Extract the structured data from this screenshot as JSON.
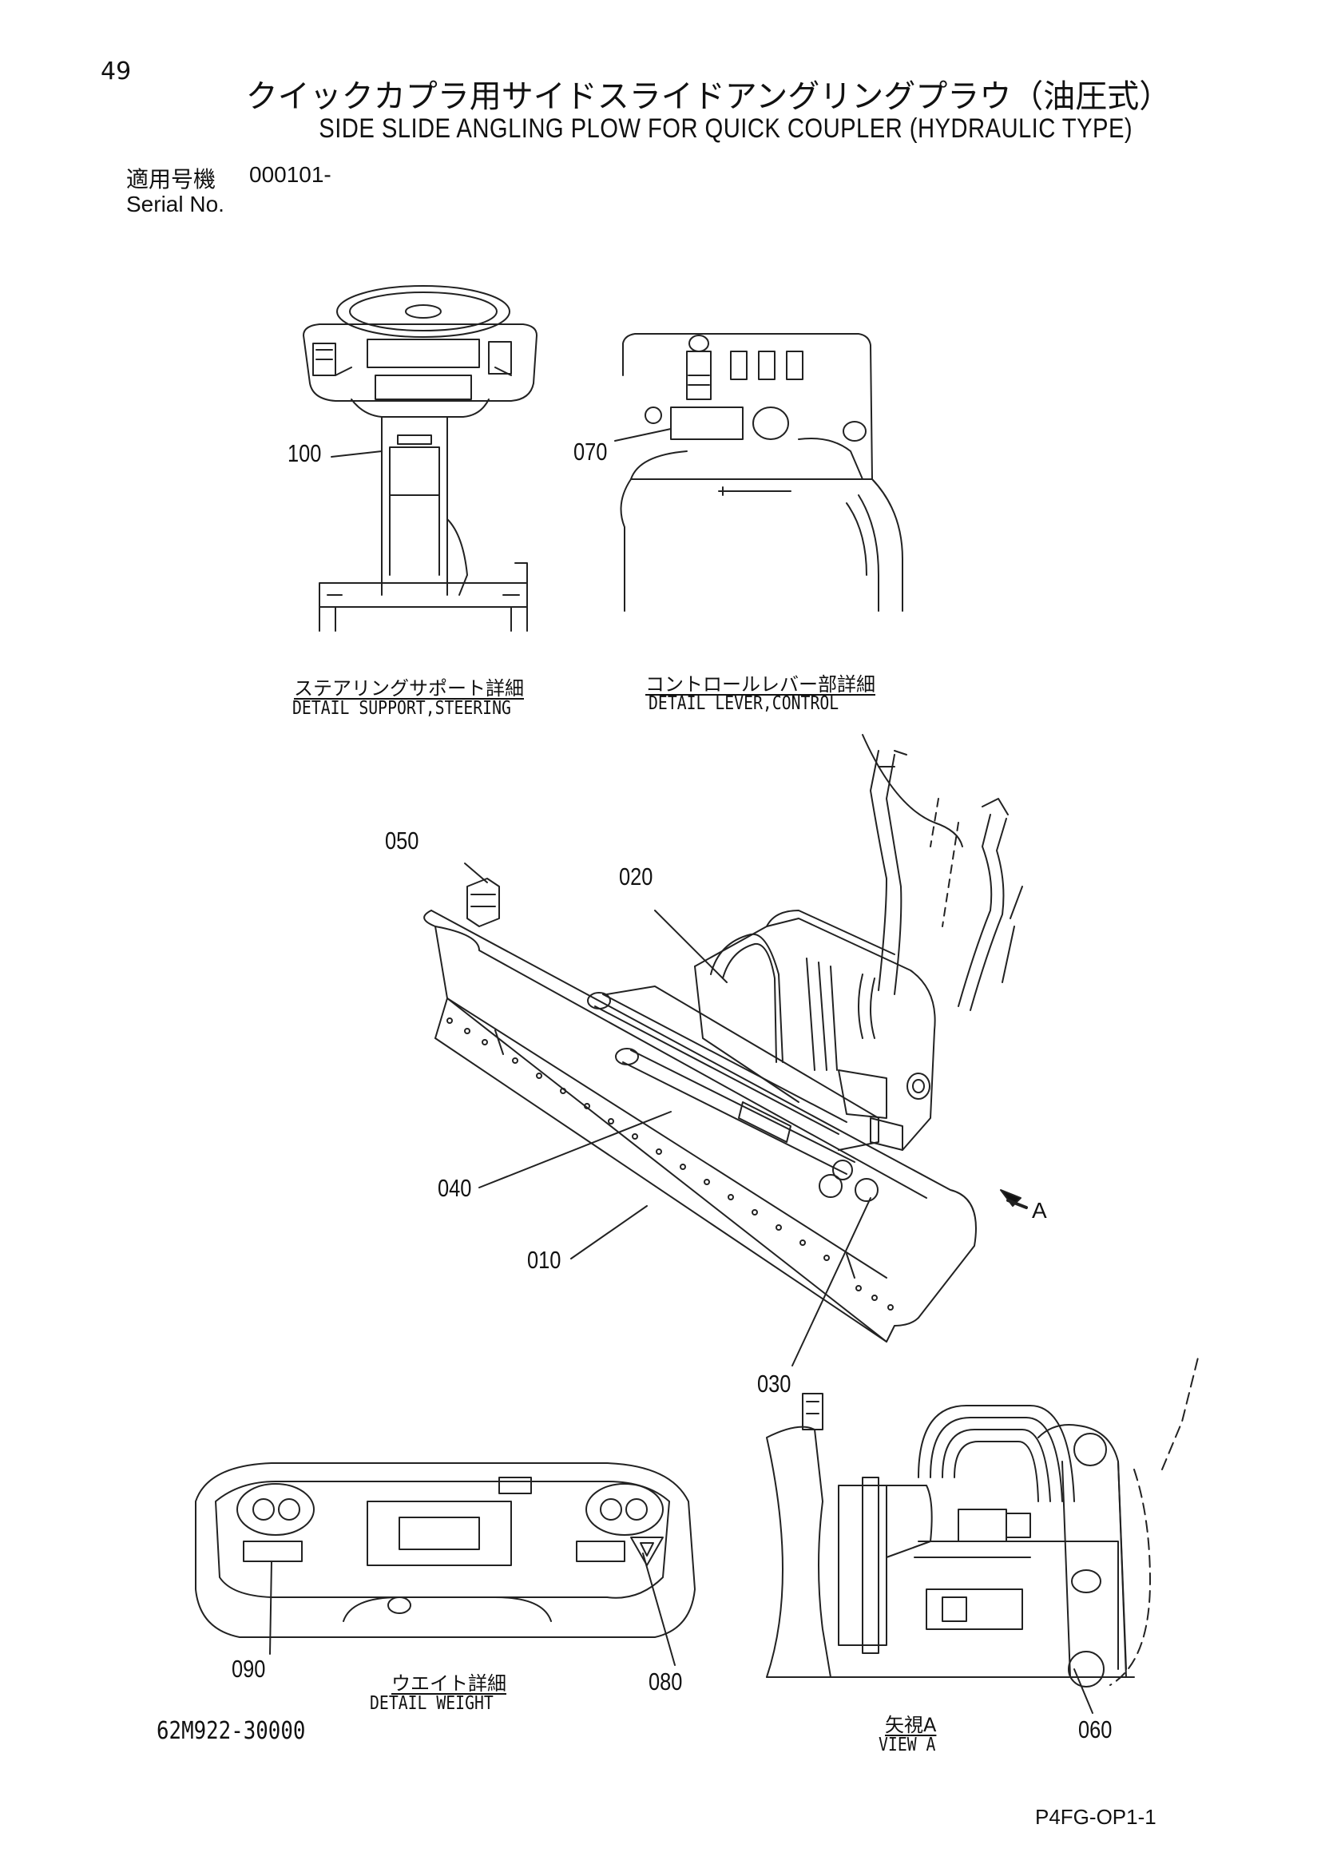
{
  "header": {
    "page_number": "49",
    "title_jp": "クイックカプラ用サイドスライドアングリングプラウ（油圧式）",
    "title_en": "SIDE SLIDE ANGLING PLOW FOR QUICK COUPLER (HYDRAULIC TYPE)",
    "serial_label_jp": "適用号機",
    "serial_value": "000101-",
    "serial_label_en": "Serial No."
  },
  "details": {
    "steering": {
      "caption_jp": "ステアリングサポート詳細",
      "caption_en": "DETAIL SUPPORT,STEERING"
    },
    "lever": {
      "caption_jp": "コントロールレバー部詳細",
      "caption_en": "DETAIL LEVER,CONTROL"
    },
    "weight": {
      "caption_jp": "ウエイト詳細",
      "caption_en": "DETAIL WEIGHT"
    },
    "view_a": {
      "caption_jp": "矢視A",
      "caption_en": "VIEW A",
      "arrow_label": "A"
    }
  },
  "callouts": {
    "c010": "010",
    "c020": "020",
    "c030": "030",
    "c040": "040",
    "c050": "050",
    "c060": "060",
    "c070": "070",
    "c080": "080",
    "c090": "090",
    "c100": "100"
  },
  "footer": {
    "document_id": "62M922-30000",
    "page_code": "P4FG-OP1-1"
  }
}
